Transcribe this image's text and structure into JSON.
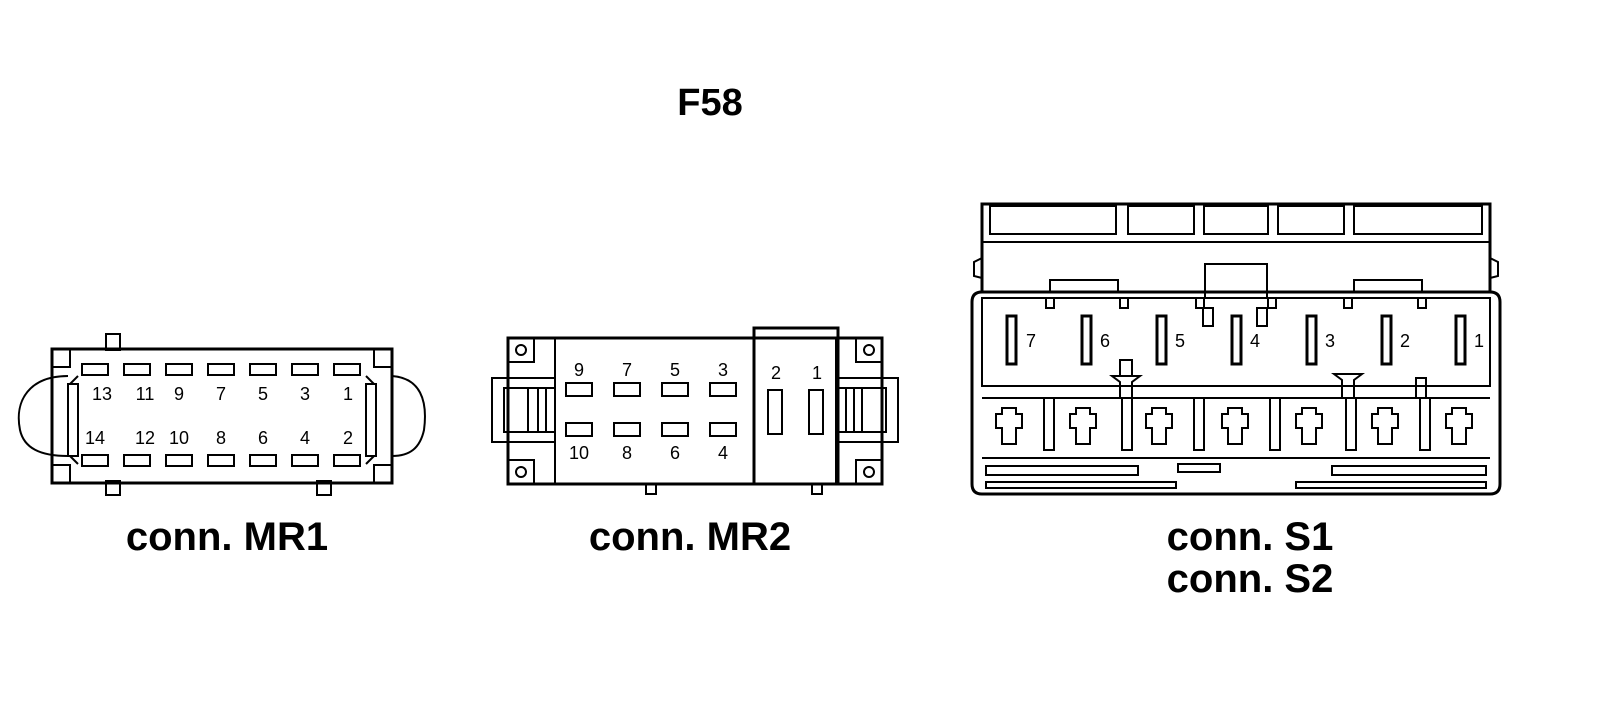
{
  "title": "F58",
  "connectors": [
    {
      "id": "MR1",
      "label": "conn. MR1",
      "top_pins": [
        "13",
        "11",
        "9",
        "7",
        "5",
        "3",
        "1"
      ],
      "bottom_pins": [
        "14",
        "12",
        "10",
        "8",
        "6",
        "4",
        "2"
      ]
    },
    {
      "id": "MR2",
      "label": "conn. MR2",
      "top_pins": [
        "9",
        "7",
        "5",
        "3"
      ],
      "bottom_pins": [
        "10",
        "8",
        "6",
        "4"
      ],
      "side_pins": [
        "2",
        "1"
      ]
    },
    {
      "id": "S1S2",
      "label_line1": "conn. S1",
      "label_line2": "conn. S2",
      "pins": [
        "7",
        "6",
        "5",
        "4",
        "3",
        "2",
        "1"
      ]
    }
  ]
}
